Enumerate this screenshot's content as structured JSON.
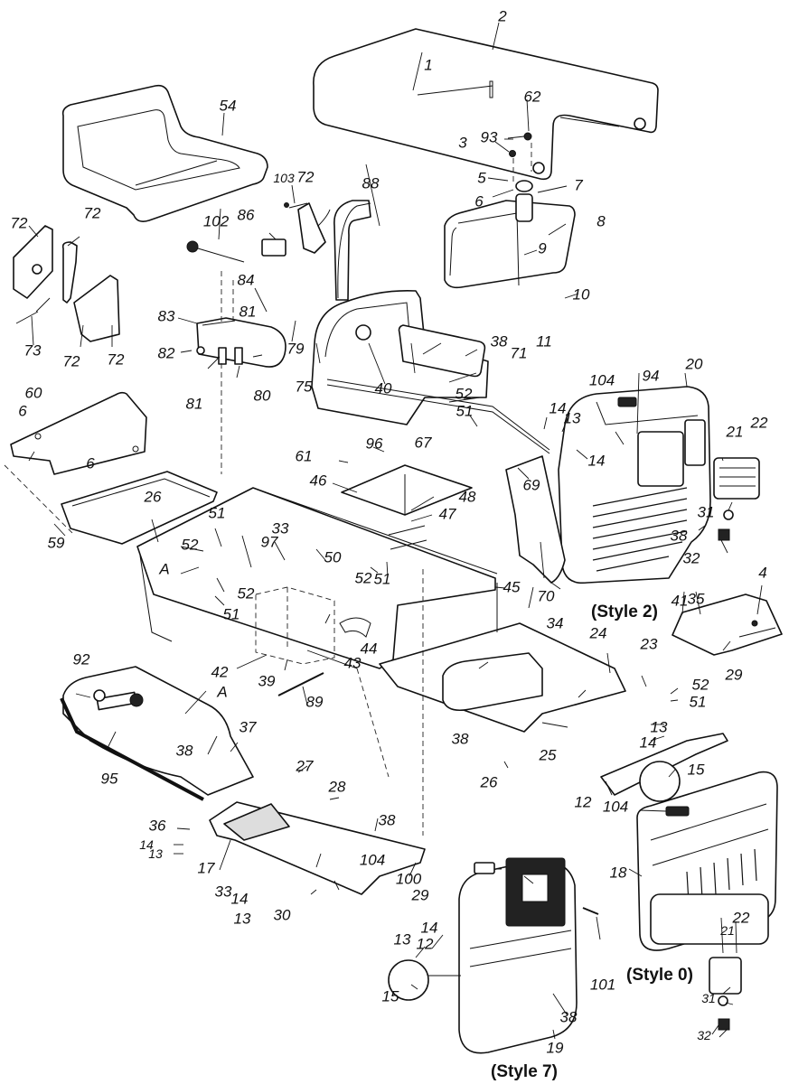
{
  "diagram": {
    "title": "Exploded parts diagram — hood, seat, fender, chassis and grille assemblies",
    "styles": [
      {
        "id": "style2",
        "label": "(Style 2)"
      },
      {
        "id": "style0",
        "label": "(Style 0)"
      },
      {
        "id": "style7",
        "label": "(Style 7)"
      }
    ],
    "callouts": [
      {
        "id": "c1",
        "text": "1"
      },
      {
        "id": "c2",
        "text": "2"
      },
      {
        "id": "c3",
        "text": "3"
      },
      {
        "id": "c4",
        "text": "4"
      },
      {
        "id": "c5",
        "text": "5"
      },
      {
        "id": "c6a",
        "text": "6"
      },
      {
        "id": "c6b",
        "text": "6"
      },
      {
        "id": "c6c",
        "text": "6"
      },
      {
        "id": "c7",
        "text": "7"
      },
      {
        "id": "c8",
        "text": "8"
      },
      {
        "id": "c9",
        "text": "9"
      },
      {
        "id": "c10",
        "text": "10"
      },
      {
        "id": "c11",
        "text": "11"
      },
      {
        "id": "c12a",
        "text": "12"
      },
      {
        "id": "c12b",
        "text": "12"
      },
      {
        "id": "c13a",
        "text": "13"
      },
      {
        "id": "c13b",
        "text": "13"
      },
      {
        "id": "c13c",
        "text": "13"
      },
      {
        "id": "c13d",
        "text": "13"
      },
      {
        "id": "c13e",
        "text": "13"
      },
      {
        "id": "c14a",
        "text": "14"
      },
      {
        "id": "c14b",
        "text": "14"
      },
      {
        "id": "c14c",
        "text": "14"
      },
      {
        "id": "c14d",
        "text": "14"
      },
      {
        "id": "c14e",
        "text": "14"
      },
      {
        "id": "c14f",
        "text": "14"
      },
      {
        "id": "c15a",
        "text": "15"
      },
      {
        "id": "c15b",
        "text": "15"
      },
      {
        "id": "c17",
        "text": "17"
      },
      {
        "id": "c18",
        "text": "18"
      },
      {
        "id": "c19",
        "text": "19"
      },
      {
        "id": "c20",
        "text": "20"
      },
      {
        "id": "c21a",
        "text": "21"
      },
      {
        "id": "c21b",
        "text": "21"
      },
      {
        "id": "c22a",
        "text": "22"
      },
      {
        "id": "c22b",
        "text": "22"
      },
      {
        "id": "c23",
        "text": "23"
      },
      {
        "id": "c24",
        "text": "24"
      },
      {
        "id": "c25",
        "text": "25"
      },
      {
        "id": "c26a",
        "text": "26"
      },
      {
        "id": "c26b",
        "text": "26"
      },
      {
        "id": "c27",
        "text": "27"
      },
      {
        "id": "c28",
        "text": "28"
      },
      {
        "id": "c29a",
        "text": "29"
      },
      {
        "id": "c29b",
        "text": "29"
      },
      {
        "id": "c30",
        "text": "30"
      },
      {
        "id": "c31a",
        "text": "31"
      },
      {
        "id": "c31b",
        "text": "31"
      },
      {
        "id": "c32a",
        "text": "32"
      },
      {
        "id": "c32b",
        "text": "32"
      },
      {
        "id": "c33a",
        "text": "33"
      },
      {
        "id": "c33b",
        "text": "33"
      },
      {
        "id": "c34",
        "text": "34"
      },
      {
        "id": "c35",
        "text": "35"
      },
      {
        "id": "c36",
        "text": "36"
      },
      {
        "id": "c37",
        "text": "37"
      },
      {
        "id": "c38a",
        "text": "38"
      },
      {
        "id": "c38b",
        "text": "38"
      },
      {
        "id": "c38c",
        "text": "38"
      },
      {
        "id": "c38d",
        "text": "38"
      },
      {
        "id": "c38e",
        "text": "38"
      },
      {
        "id": "c38f",
        "text": "38"
      },
      {
        "id": "c39",
        "text": "39"
      },
      {
        "id": "c40",
        "text": "40"
      },
      {
        "id": "c41",
        "text": "41"
      },
      {
        "id": "c42",
        "text": "42"
      },
      {
        "id": "c43",
        "text": "43"
      },
      {
        "id": "c44",
        "text": "44"
      },
      {
        "id": "c45",
        "text": "45"
      },
      {
        "id": "c46",
        "text": "46"
      },
      {
        "id": "c47",
        "text": "47"
      },
      {
        "id": "c48",
        "text": "48"
      },
      {
        "id": "c50",
        "text": "50"
      },
      {
        "id": "c51a",
        "text": "51"
      },
      {
        "id": "c51b",
        "text": "51"
      },
      {
        "id": "c51c",
        "text": "51"
      },
      {
        "id": "c51d",
        "text": "51"
      },
      {
        "id": "c51e",
        "text": "51"
      },
      {
        "id": "c52a",
        "text": "52"
      },
      {
        "id": "c52b",
        "text": "52"
      },
      {
        "id": "c52c",
        "text": "52"
      },
      {
        "id": "c52d",
        "text": "52"
      },
      {
        "id": "c52e",
        "text": "52"
      },
      {
        "id": "c54",
        "text": "54"
      },
      {
        "id": "c59",
        "text": "59"
      },
      {
        "id": "c60",
        "text": "60"
      },
      {
        "id": "c61",
        "text": "61"
      },
      {
        "id": "c62",
        "text": "62"
      },
      {
        "id": "c67",
        "text": "67"
      },
      {
        "id": "c69",
        "text": "69"
      },
      {
        "id": "c70",
        "text": "70"
      },
      {
        "id": "c71",
        "text": "71"
      },
      {
        "id": "c72a",
        "text": "72"
      },
      {
        "id": "c72b",
        "text": "72"
      },
      {
        "id": "c72c",
        "text": "72"
      },
      {
        "id": "c72d",
        "text": "72"
      },
      {
        "id": "c72e",
        "text": "72"
      },
      {
        "id": "c73",
        "text": "73"
      },
      {
        "id": "c75",
        "text": "75"
      },
      {
        "id": "c79",
        "text": "79"
      },
      {
        "id": "c80",
        "text": "80"
      },
      {
        "id": "c81a",
        "text": "81"
      },
      {
        "id": "c81b",
        "text": "81"
      },
      {
        "id": "c82",
        "text": "82"
      },
      {
        "id": "c83",
        "text": "83"
      },
      {
        "id": "c84",
        "text": "84"
      },
      {
        "id": "c86",
        "text": "86"
      },
      {
        "id": "c88",
        "text": "88"
      },
      {
        "id": "c89",
        "text": "89"
      },
      {
        "id": "c92",
        "text": "92"
      },
      {
        "id": "c93",
        "text": "93"
      },
      {
        "id": "c94",
        "text": "94"
      },
      {
        "id": "c95",
        "text": "95"
      },
      {
        "id": "c96",
        "text": "96"
      },
      {
        "id": "c97",
        "text": "97"
      },
      {
        "id": "c100",
        "text": "100"
      },
      {
        "id": "c101",
        "text": "101"
      },
      {
        "id": "c102",
        "text": "102"
      },
      {
        "id": "c103",
        "text": "103"
      },
      {
        "id": "c104a",
        "text": "104"
      },
      {
        "id": "c104b",
        "text": "104"
      },
      {
        "id": "c104c",
        "text": "104"
      },
      {
        "id": "cAa",
        "text": "A"
      },
      {
        "id": "cAb",
        "text": "A"
      }
    ]
  }
}
